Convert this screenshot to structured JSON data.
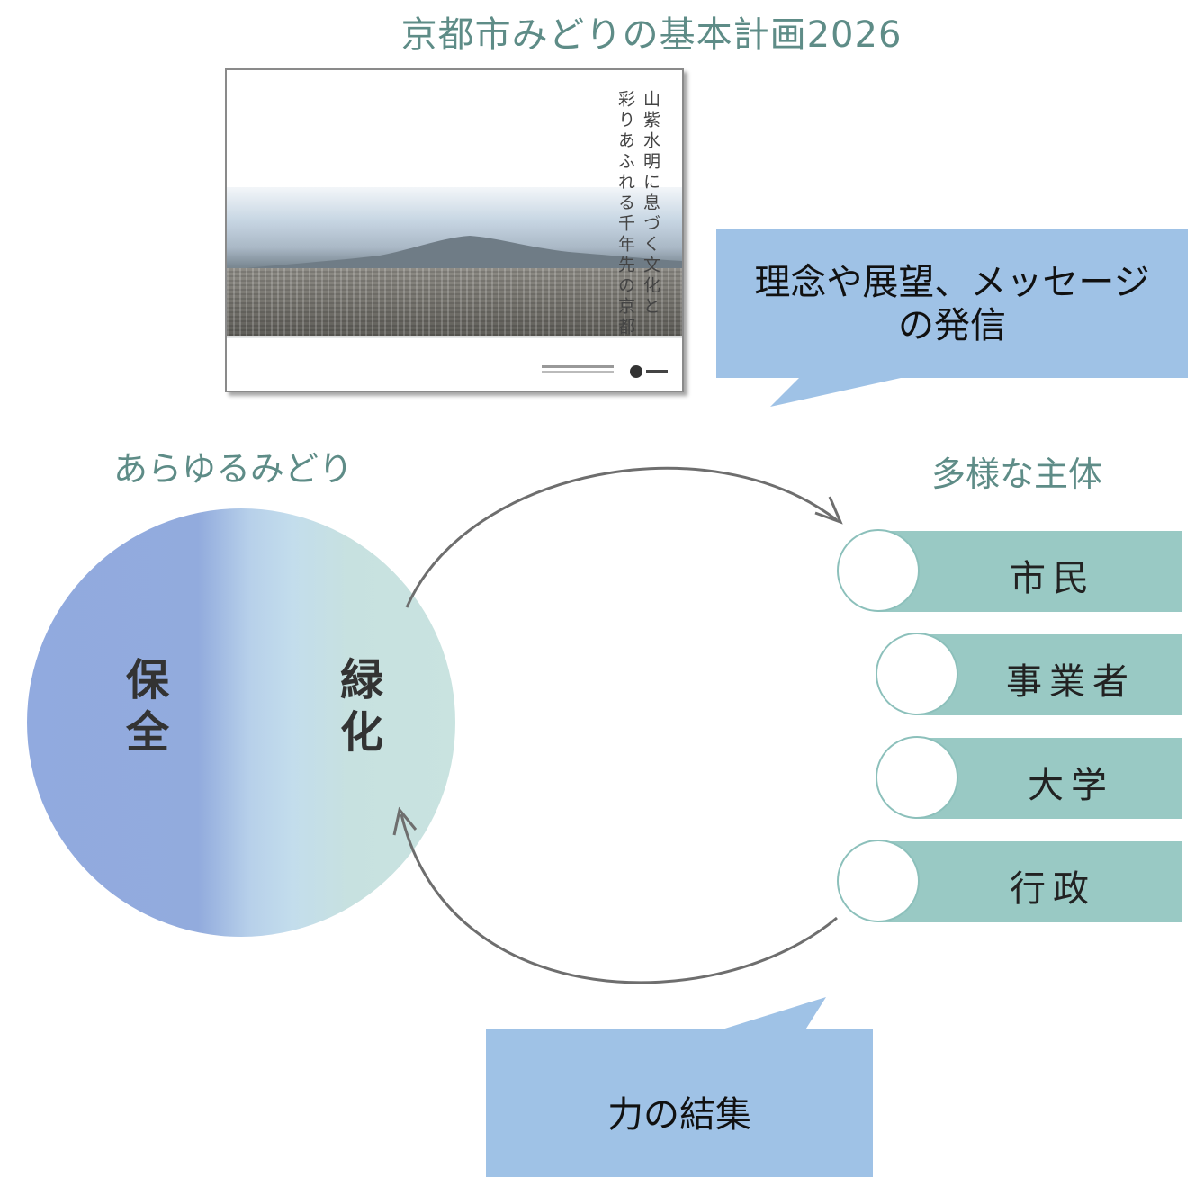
{
  "title": "京都市みどりの基本計画2026",
  "cover": {
    "vertical_line_1": "山紫水明に息づく文化と",
    "vertical_line_2": "彩りあふれる千年先の京都"
  },
  "left_heading": "あらゆるみどり",
  "right_heading": "多様な主体",
  "circle": {
    "left_label": "保全",
    "right_label": "緑化"
  },
  "callout_top": {
    "line1": "理念や展望、メッセージ",
    "line2": "の発信"
  },
  "callout_bottom": "力の結集",
  "actors": [
    {
      "label": "市民"
    },
    {
      "label": "事業者"
    },
    {
      "label": "大学"
    },
    {
      "label": "行政"
    }
  ],
  "colors": {
    "heading_teal": "#5e8c87",
    "callout_blue": "#9fc2e6",
    "actor_bar": "#99c9c4",
    "arrow_gray": "#6e6e6e",
    "circle_blue": "#91aadf",
    "circle_green": "#c9e3e0"
  }
}
